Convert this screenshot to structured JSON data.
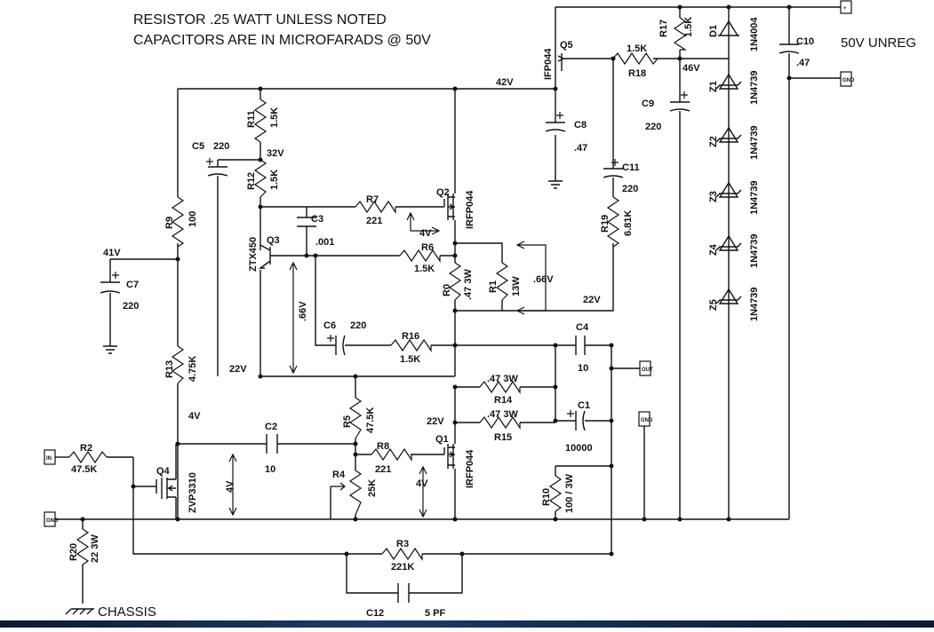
{
  "notes": {
    "line1": "RESISTOR  .25 WATT UNLESS NOTED",
    "line2": "CAPACITORS ARE IN MICROFARADS @ 50V"
  },
  "supply": {
    "unreg": "50V UNREG",
    "chassis": "CHASSIS"
  },
  "voltages": {
    "v42": "42V",
    "v46": "46V",
    "v32": "32V",
    "v41": "41V",
    "v22a": "22V",
    "v22b": "22V",
    "v22c": "22V",
    "v4a": "4V",
    "v4b": "4V",
    "v4c": "4V",
    "v4d": "4V",
    "v066a": ".66V",
    "v066b": ".66V"
  },
  "terminals": {
    "plus": "+",
    "gnd": "GND",
    "out": "OUT",
    "in": "IN"
  },
  "components": {
    "R0": "R0",
    "R0v": ".47 3W",
    "R1": "R1",
    "R1v": "13W",
    "R2": "R2",
    "R2v": "47.5K",
    "R3": "R3",
    "R3v": "221K",
    "R4": "R4",
    "R4v": "25K",
    "R5": "R5",
    "R5v": "47.5K",
    "R6": "R6",
    "R6v": "1.5K",
    "R7": "R7",
    "R7v": "221",
    "R8": "R8",
    "R8v": "221",
    "R9": "R9",
    "R9v": "100",
    "R10": "R10",
    "R10v": "100 / 3W",
    "R11": "R11",
    "R11v": "1.5K",
    "R12": "R12",
    "R12v": "1.5K",
    "R13": "R13",
    "R13v": "4.75K",
    "R14": "R14",
    "R14v": ".47 3W",
    "R15": "R15",
    "R15v": ".47 3W",
    "R16": "R16",
    "R16v": "1.5K",
    "R17": "R17",
    "R17v": "1.5K",
    "R18": "R18",
    "R18v": "1.5K",
    "R19": "R19",
    "R19v": "6.81K",
    "R20": "R20",
    "R20v": "22 3W",
    "C1": "C1",
    "C1v": "10000",
    "C2": "C2",
    "C2v": "10",
    "C3": "C3",
    "C3v": ".001",
    "C4": "C4",
    "C4v": "10",
    "C5": "C5",
    "C5v": "220",
    "C6": "C6",
    "C6v": "220",
    "C7": "C7",
    "C7v": "220",
    "C8": "C8",
    "C8v": ".47",
    "C9": "C9",
    "C9v": "220",
    "C10": "C10",
    "C10v": ".47",
    "C11": "C11",
    "C11v": "220",
    "C12": "C12",
    "C12v": "5 PF",
    "Q1": "Q1",
    "Q1v": "IRFP044",
    "Q2": "Q2",
    "Q2v": "IRFP044",
    "Q3": "Q3",
    "Q3v": "ZTX450",
    "Q4": "Q4",
    "Q4v": "ZVP3310",
    "Q5": "Q5",
    "Q5v": "IFP044",
    "D1": "D1",
    "D1v": "1N4004",
    "Z1": "Z1",
    "Z1v": "1N4739",
    "Z2": "Z2",
    "Z2v": "1N4739",
    "Z3": "Z3",
    "Z3v": "1N4739",
    "Z4": "Z4",
    "Z4v": "1N4739",
    "Z5": "Z5",
    "Z5v": "1N4739"
  }
}
